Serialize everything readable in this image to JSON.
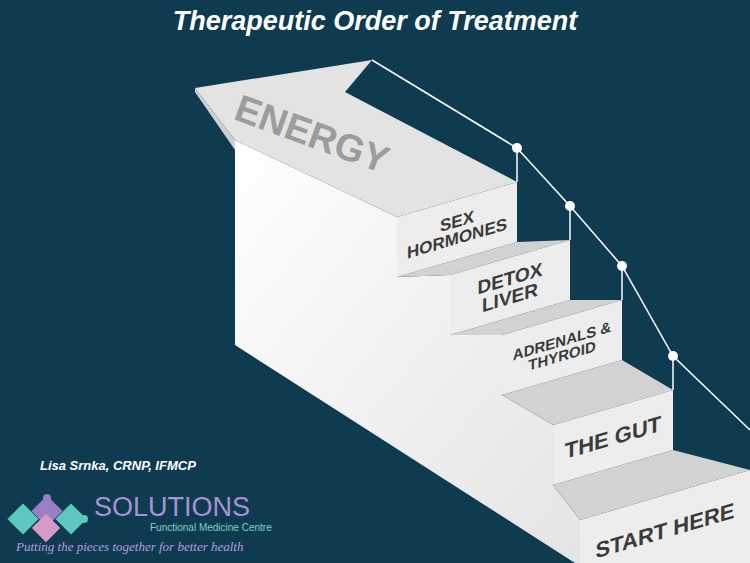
{
  "diagram": {
    "title": "Therapeutic Order of Treatment",
    "nodes": [
      {
        "text": [
          "START HERE"
        ]
      },
      {
        "text": [
          "THE GUT"
        ]
      },
      {
        "text": [
          "ADRENALS & THYROID"
        ]
      },
      {
        "text": [
          "DETOX LIVER"
        ]
      },
      {
        "text": [
          "SEX HORMONES"
        ]
      },
      {
        "text": [
          "ENERGY"
        ]
      }
    ],
    "labels": [
      "Lisa Srnka, CRNP, IFMCP",
      "SOLUTIONS",
      "Functional Medicine Centre",
      "Putting the pieces together for better health"
    ]
  }
}
